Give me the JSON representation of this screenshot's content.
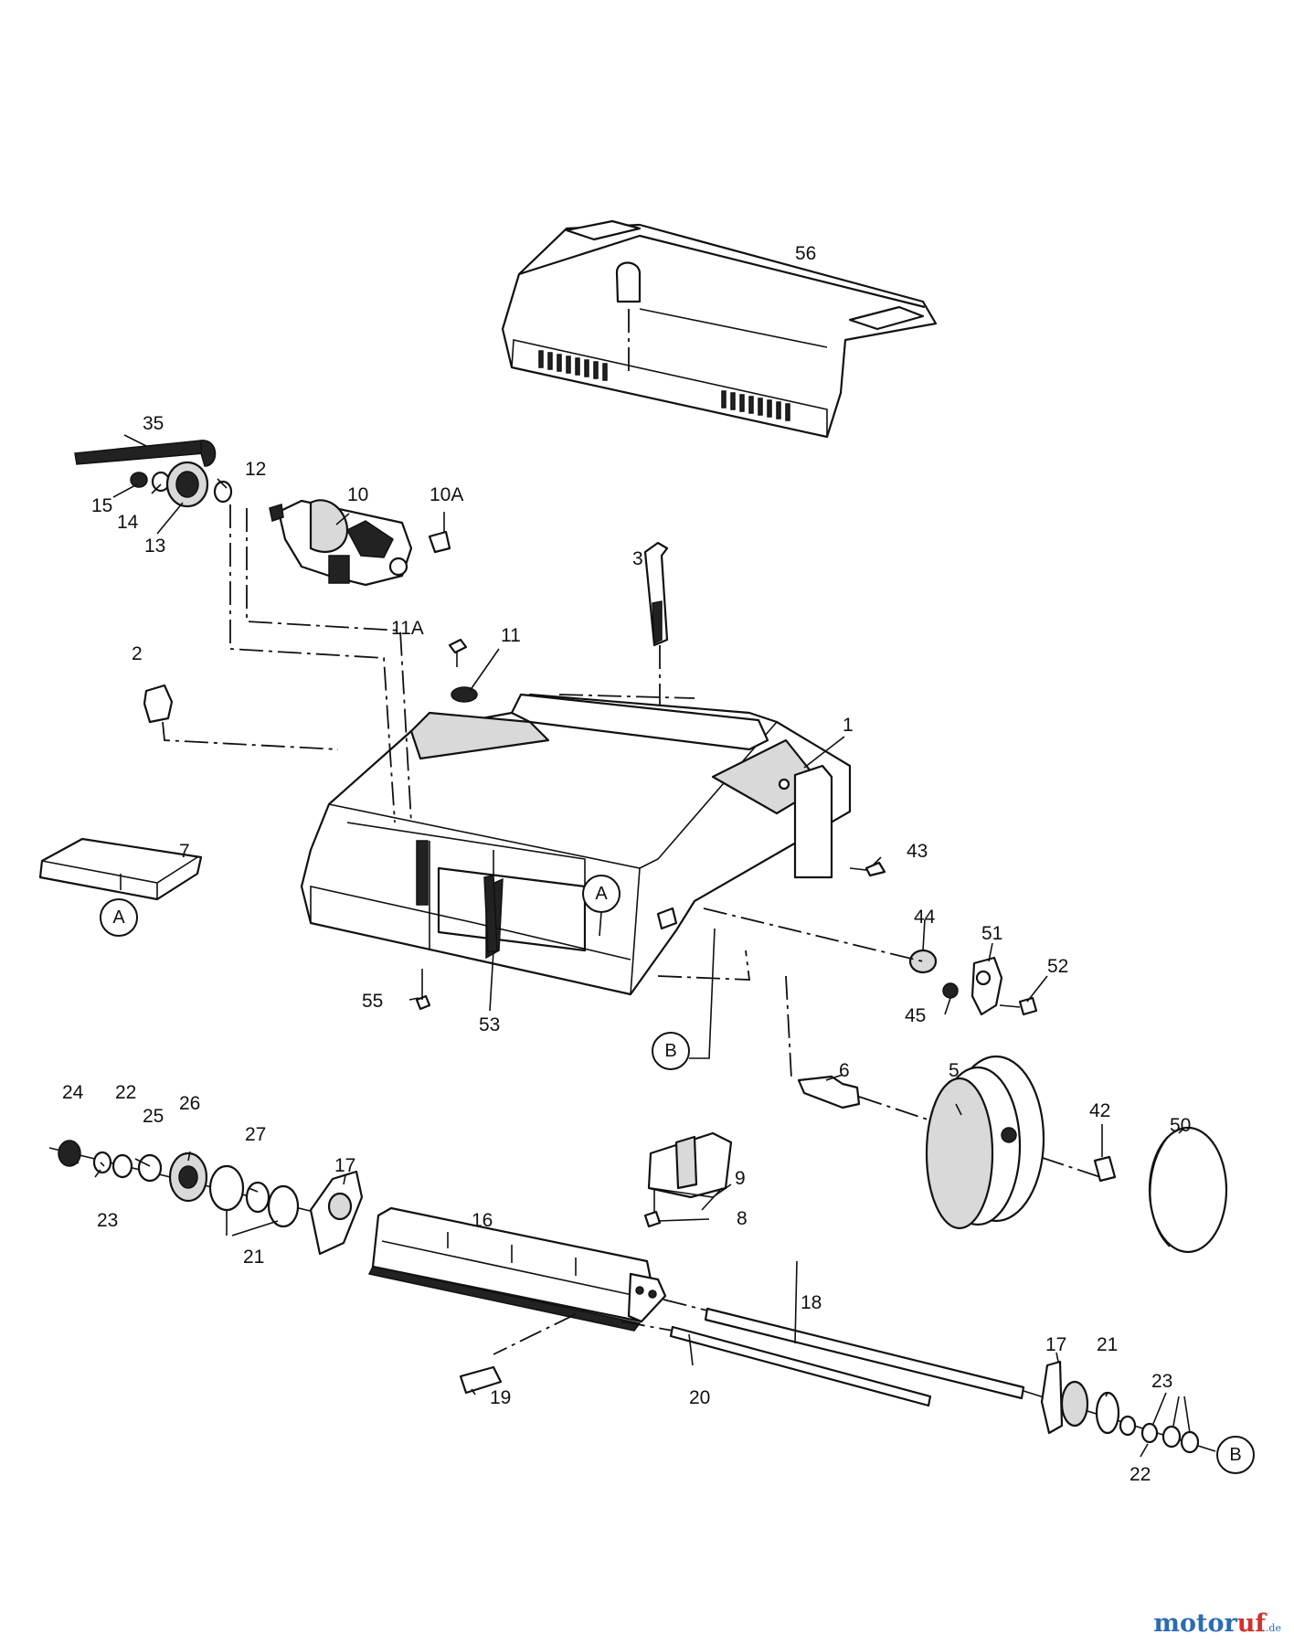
{
  "part_labels": {
    "p56": "56",
    "p35": "35",
    "p12": "12",
    "p15": "15",
    "p14": "14",
    "p13": "13",
    "p10": "10",
    "p10a": "10A",
    "p3": "3",
    "p11a": "11A",
    "p11": "11",
    "p2": "2",
    "p1": "1",
    "p7": "7",
    "p43": "43",
    "p44": "44",
    "p51": "51",
    "p52": "52",
    "p45": "45",
    "p55": "55",
    "p53": "53",
    "p6": "6",
    "p5": "5",
    "p42": "42",
    "p50": "50",
    "p24": "24",
    "p22a": "22",
    "p25": "25",
    "p26": "26",
    "p27": "27",
    "p17a": "17",
    "p23a": "23",
    "p21a": "21",
    "p16": "16",
    "p9": "9",
    "p8": "8",
    "p18": "18",
    "p19": "19",
    "p20": "20",
    "p17b": "17",
    "p21b": "21",
    "p23b": "23",
    "p22b": "22"
  },
  "callouts": {
    "a_left": "A",
    "a_center": "A",
    "b_mid": "B",
    "b_right": "B"
  },
  "watermark": {
    "main": "motoruf",
    "tld": ".de",
    "color_blue": "#2a6bb5",
    "color_red": "#d2312b"
  }
}
